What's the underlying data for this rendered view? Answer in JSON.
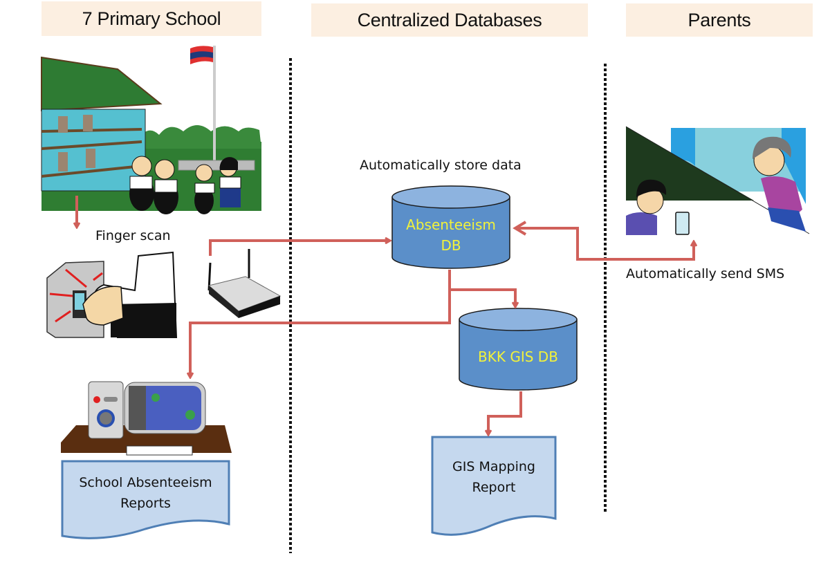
{
  "headers": {
    "school": "7 Primary School",
    "central": "Centralized Databases",
    "parents": "Parents"
  },
  "labels": {
    "finger_scan": "Finger scan",
    "store_data": "Automatically store data",
    "send_sms": "Automatically send  SMS"
  },
  "databases": {
    "absenteeism": {
      "line1": "Absenteeism",
      "line2": "DB"
    },
    "gis": {
      "line1": "BKK GIS DB"
    }
  },
  "documents": {
    "school_reports": {
      "line1": "School Absenteeism",
      "line2": "Reports"
    },
    "gis_report": {
      "line1": "GIS Mapping",
      "line2": "Report"
    }
  },
  "colors": {
    "header_bg": "#fcefe1",
    "db_fill": "#5b8fc9",
    "db_top": "#8db3df",
    "db_text": "#f2f23a",
    "doc_fill": "#c5d8ee",
    "doc_stroke": "#4f7fb5",
    "arrow": "#d0605a"
  }
}
